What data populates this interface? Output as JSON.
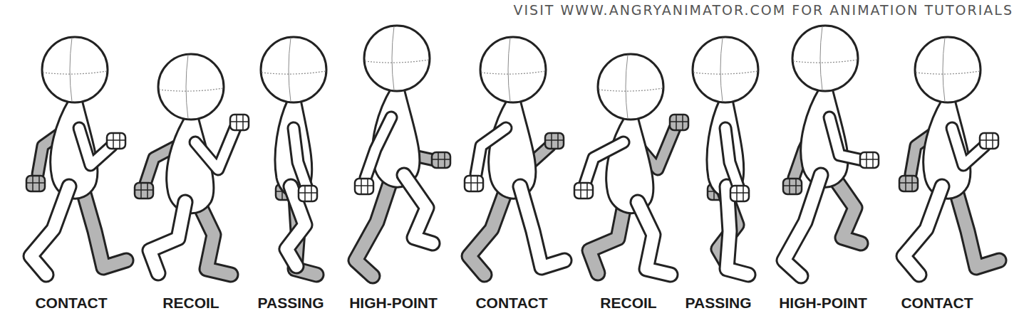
{
  "diagram": {
    "labels": [
      "VISIT WWW.ANGRYANIMATOR.COM FOR ANIMATION TUTORIALS",
      "CONTACT",
      "RECOIL",
      "PASSING",
      "HIGH-POINT",
      "CONTACT",
      "RECOIL",
      "PASSING",
      "HIGH-POINT",
      "CONTACT"
    ]
  }
}
